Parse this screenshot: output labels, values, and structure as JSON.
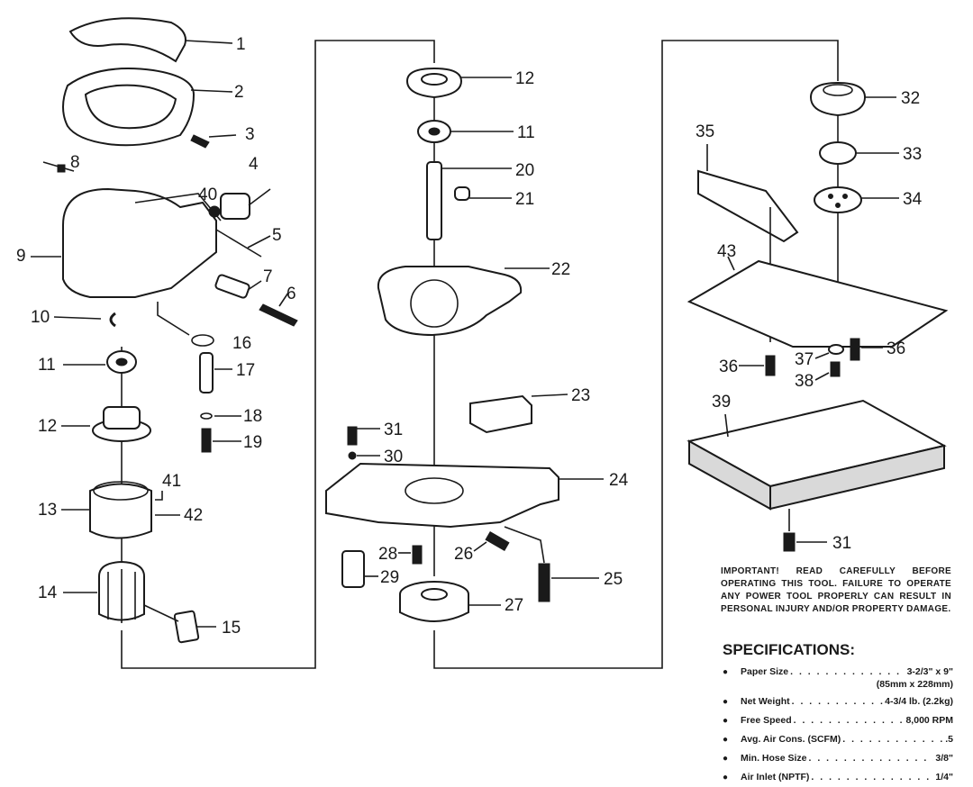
{
  "part_labels": {
    "p1": "1",
    "p2": "2",
    "p3": "3",
    "p4": "4",
    "p5": "5",
    "p6": "6",
    "p7": "7",
    "p8": "8",
    "p9": "9",
    "p10": "10",
    "p11a": "11",
    "p12a": "12",
    "p13": "13",
    "p14": "14",
    "p15": "15",
    "p16": "16",
    "p17": "17",
    "p18": "18",
    "p19": "19",
    "p40": "40",
    "p41": "41",
    "p42": "42",
    "p12b": "12",
    "p11b": "11",
    "p20": "20",
    "p21": "21",
    "p22": "22",
    "p23": "23",
    "p24": "24",
    "p25": "25",
    "p26": "26",
    "p27": "27",
    "p28": "28",
    "p29": "29",
    "p30": "30",
    "p31a": "31",
    "p32": "32",
    "p33": "33",
    "p34": "34",
    "p35": "35",
    "p36a": "36",
    "p36b": "36",
    "p37": "37",
    "p38": "38",
    "p39": "39",
    "p43": "43",
    "p31b": "31"
  },
  "warning": "IMPORTANT! READ CAREFULLY BEFORE OPERATING THIS TOOL. FAILURE TO OPERATE ANY POWER TOOL PROPERLY CAN RESULT IN PERSONAL INJURY AND/OR PROPERTY DAMAGE.",
  "specifications": {
    "title": "SPECIFICATIONS:",
    "items": [
      {
        "label": "Paper Size",
        "value": "3-2/3\" x 9\"",
        "sub": "(85mm x 228mm)"
      },
      {
        "label": "Net Weight",
        "value": "4-3/4 lb. (2.2kg)"
      },
      {
        "label": "Free Speed",
        "value": "8,000 RPM"
      },
      {
        "label": "Avg. Air Cons. (SCFM)",
        "value": ".5"
      },
      {
        "label": "Min. Hose Size",
        "value": "3/8\""
      },
      {
        "label": "Air Inlet (NPTF)",
        "value": "1/4\""
      }
    ]
  }
}
